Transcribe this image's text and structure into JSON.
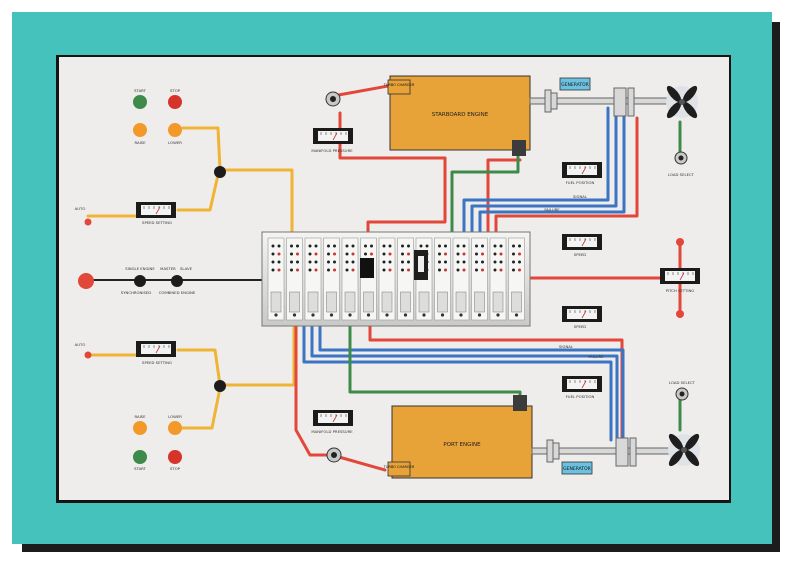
{
  "colors": {
    "frame": "#46c2bd",
    "board": "#efedeb",
    "red": "#e1483a",
    "yellow": "#f0b435",
    "blue": "#3b74c2",
    "green": "#3e8a4a",
    "engine": "#e7a238",
    "generator": "#6cc0e0"
  },
  "engines": {
    "starboard": "STARBOARD ENGINE",
    "port": "PORT ENGINE"
  },
  "turbo": {
    "top": "TURBO CHARGER",
    "bottom": "TURBO CHARGER"
  },
  "generator": {
    "top": "GENERATOR",
    "bottom": "GENERATOR"
  },
  "left_top": {
    "btn_start": "START",
    "btn_stop": "STOP",
    "btn_raise": "RAISE",
    "btn_lower": "LOWER",
    "gauge": "SPEED SETTING",
    "switch": "AUTO"
  },
  "left_mid": {
    "single_engine": "SINGLE ENGINE",
    "master": "MASTER",
    "slave": "SLAVE",
    "synchronised": "SYNCHRONISED",
    "combined": "COMBINED ENGINE"
  },
  "left_bottom": {
    "switch": "AUTO",
    "gauge": "SPEED SETTING",
    "btn_raise": "RAISE",
    "btn_lower": "LOWER",
    "btn_start": "START",
    "btn_stop": "STOP"
  },
  "right": {
    "manifold_top": "MANIFOLD PRESSURE",
    "fuel_position_top": "FUEL POSITION",
    "signal_top": "SIGNAL",
    "failure_top": "FAILURE",
    "speed_top": "SPEED",
    "pitch": "PITCH SETTING",
    "speed_bottom": "SPEED",
    "signal_bottom": "SIGNAL",
    "failure_bottom": "FAILURE",
    "fuel_position_bottom": "FUEL POSITION",
    "manifold_bottom": "MANIFOLD PRESSURE",
    "load_select_top": "LOAD SELECT",
    "load_select_bottom": "LOAD SELECT"
  }
}
